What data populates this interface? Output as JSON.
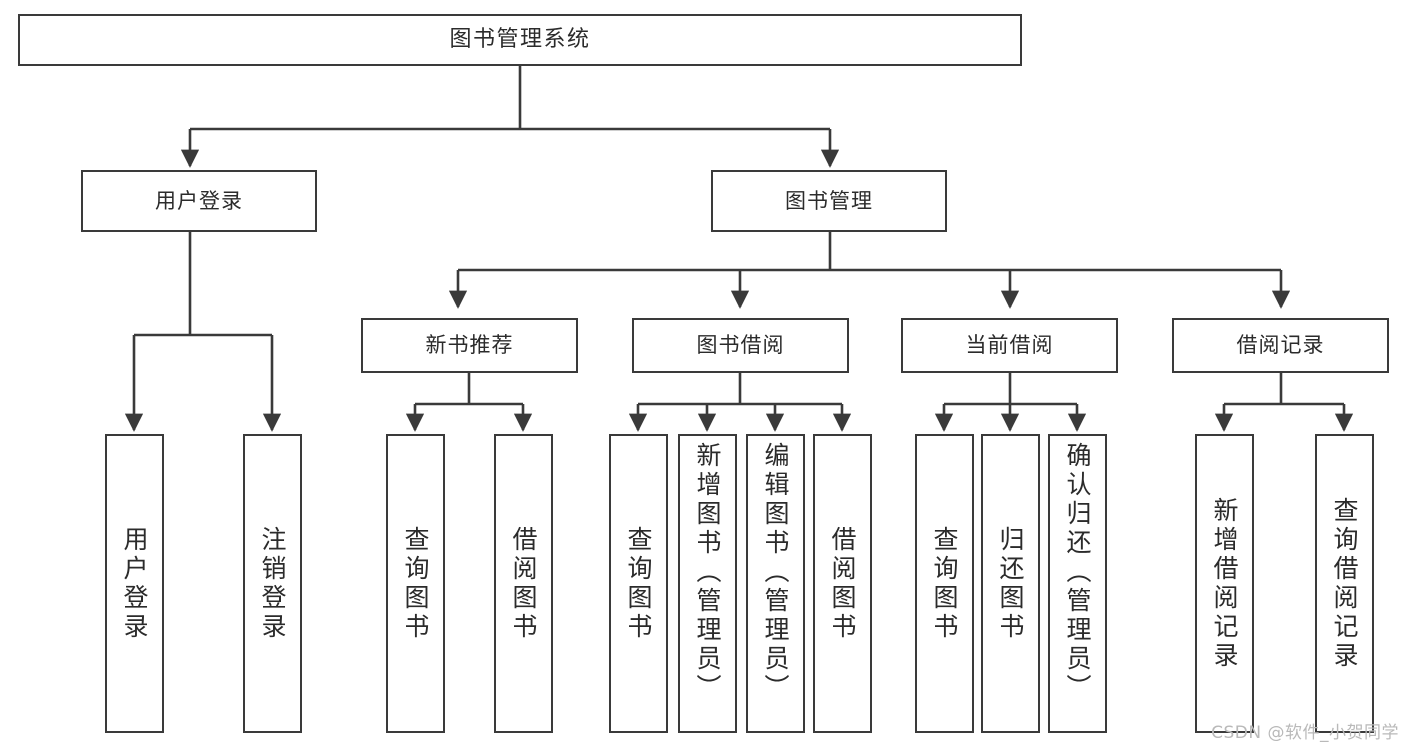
{
  "diagram": {
    "title": "图书管理系统",
    "type": "tree-hierarchy-chart",
    "watermark": "CSDN @软件_小贺同学",
    "colors": {
      "stroke": "#3a3a3a",
      "fill": "#ffffff",
      "text": "#2b2b2b",
      "watermark": "#b9b9b9"
    }
  },
  "nodes": {
    "root": {
      "label": "图书管理系统"
    },
    "level2": [
      {
        "label": "用户登录"
      },
      {
        "label": "图书管理"
      }
    ],
    "level3": [
      {
        "label": "新书推荐"
      },
      {
        "label": "图书借阅"
      },
      {
        "label": "当前借阅"
      },
      {
        "label": "借阅记录"
      }
    ],
    "leaves": {
      "user_login": [
        {
          "label": "用户登录"
        },
        {
          "label": "注销登录"
        }
      ],
      "new_book": [
        {
          "label": "查询图书"
        },
        {
          "label": "借阅图书"
        }
      ],
      "book_borrow": [
        {
          "label": "查询图书"
        },
        {
          "label": "新增图书（管理员）"
        },
        {
          "label": "编辑图书（管理员）"
        },
        {
          "label": "借阅图书"
        }
      ],
      "current_borrow": [
        {
          "label": "查询图书"
        },
        {
          "label": "归还图书"
        },
        {
          "label": "确认归还（管理员）"
        }
      ],
      "borrow_record": [
        {
          "label": "新增借阅记录"
        },
        {
          "label": "查询借阅记录"
        }
      ]
    }
  }
}
